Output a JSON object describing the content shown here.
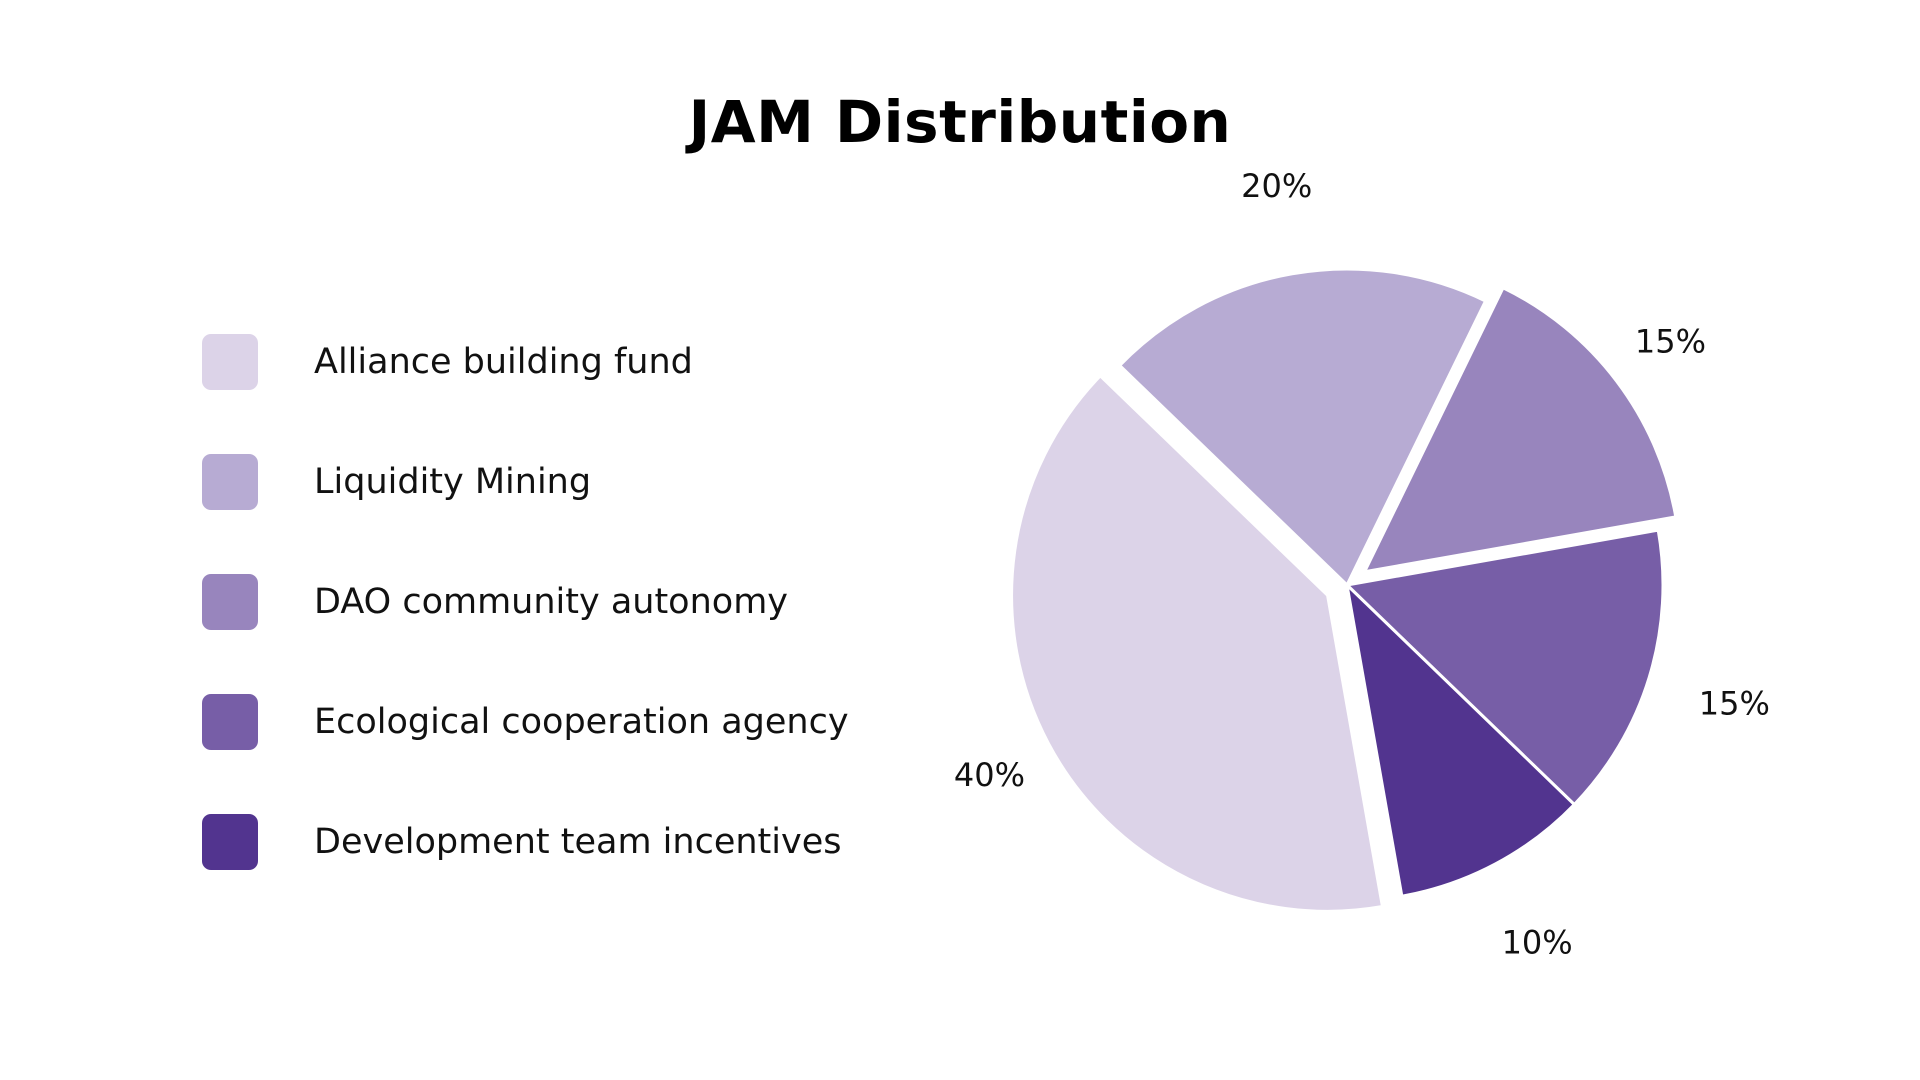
{
  "chart_data": {
    "type": "pie",
    "title": "JAM Distribution",
    "legend_position": "left",
    "slices": [
      {
        "label": "Alliance building fund",
        "value": 40,
        "value_label": "40%",
        "color": "#DCD3E8",
        "exploded": true
      },
      {
        "label": "Liquidity Mining",
        "value": 20,
        "value_label": "20%",
        "color": "#B7ABD3",
        "exploded": false
      },
      {
        "label": "DAO community autonomy",
        "value": 15,
        "value_label": "15%",
        "color": "#9885BD",
        "exploded": true
      },
      {
        "label": "Ecological cooperation agency",
        "value": 15,
        "value_label": "15%",
        "color": "#775EA7",
        "exploded": false
      },
      {
        "label": "Development team incentives",
        "value": 10,
        "value_label": "10%",
        "color": "#52348F",
        "exploded": false
      }
    ]
  }
}
